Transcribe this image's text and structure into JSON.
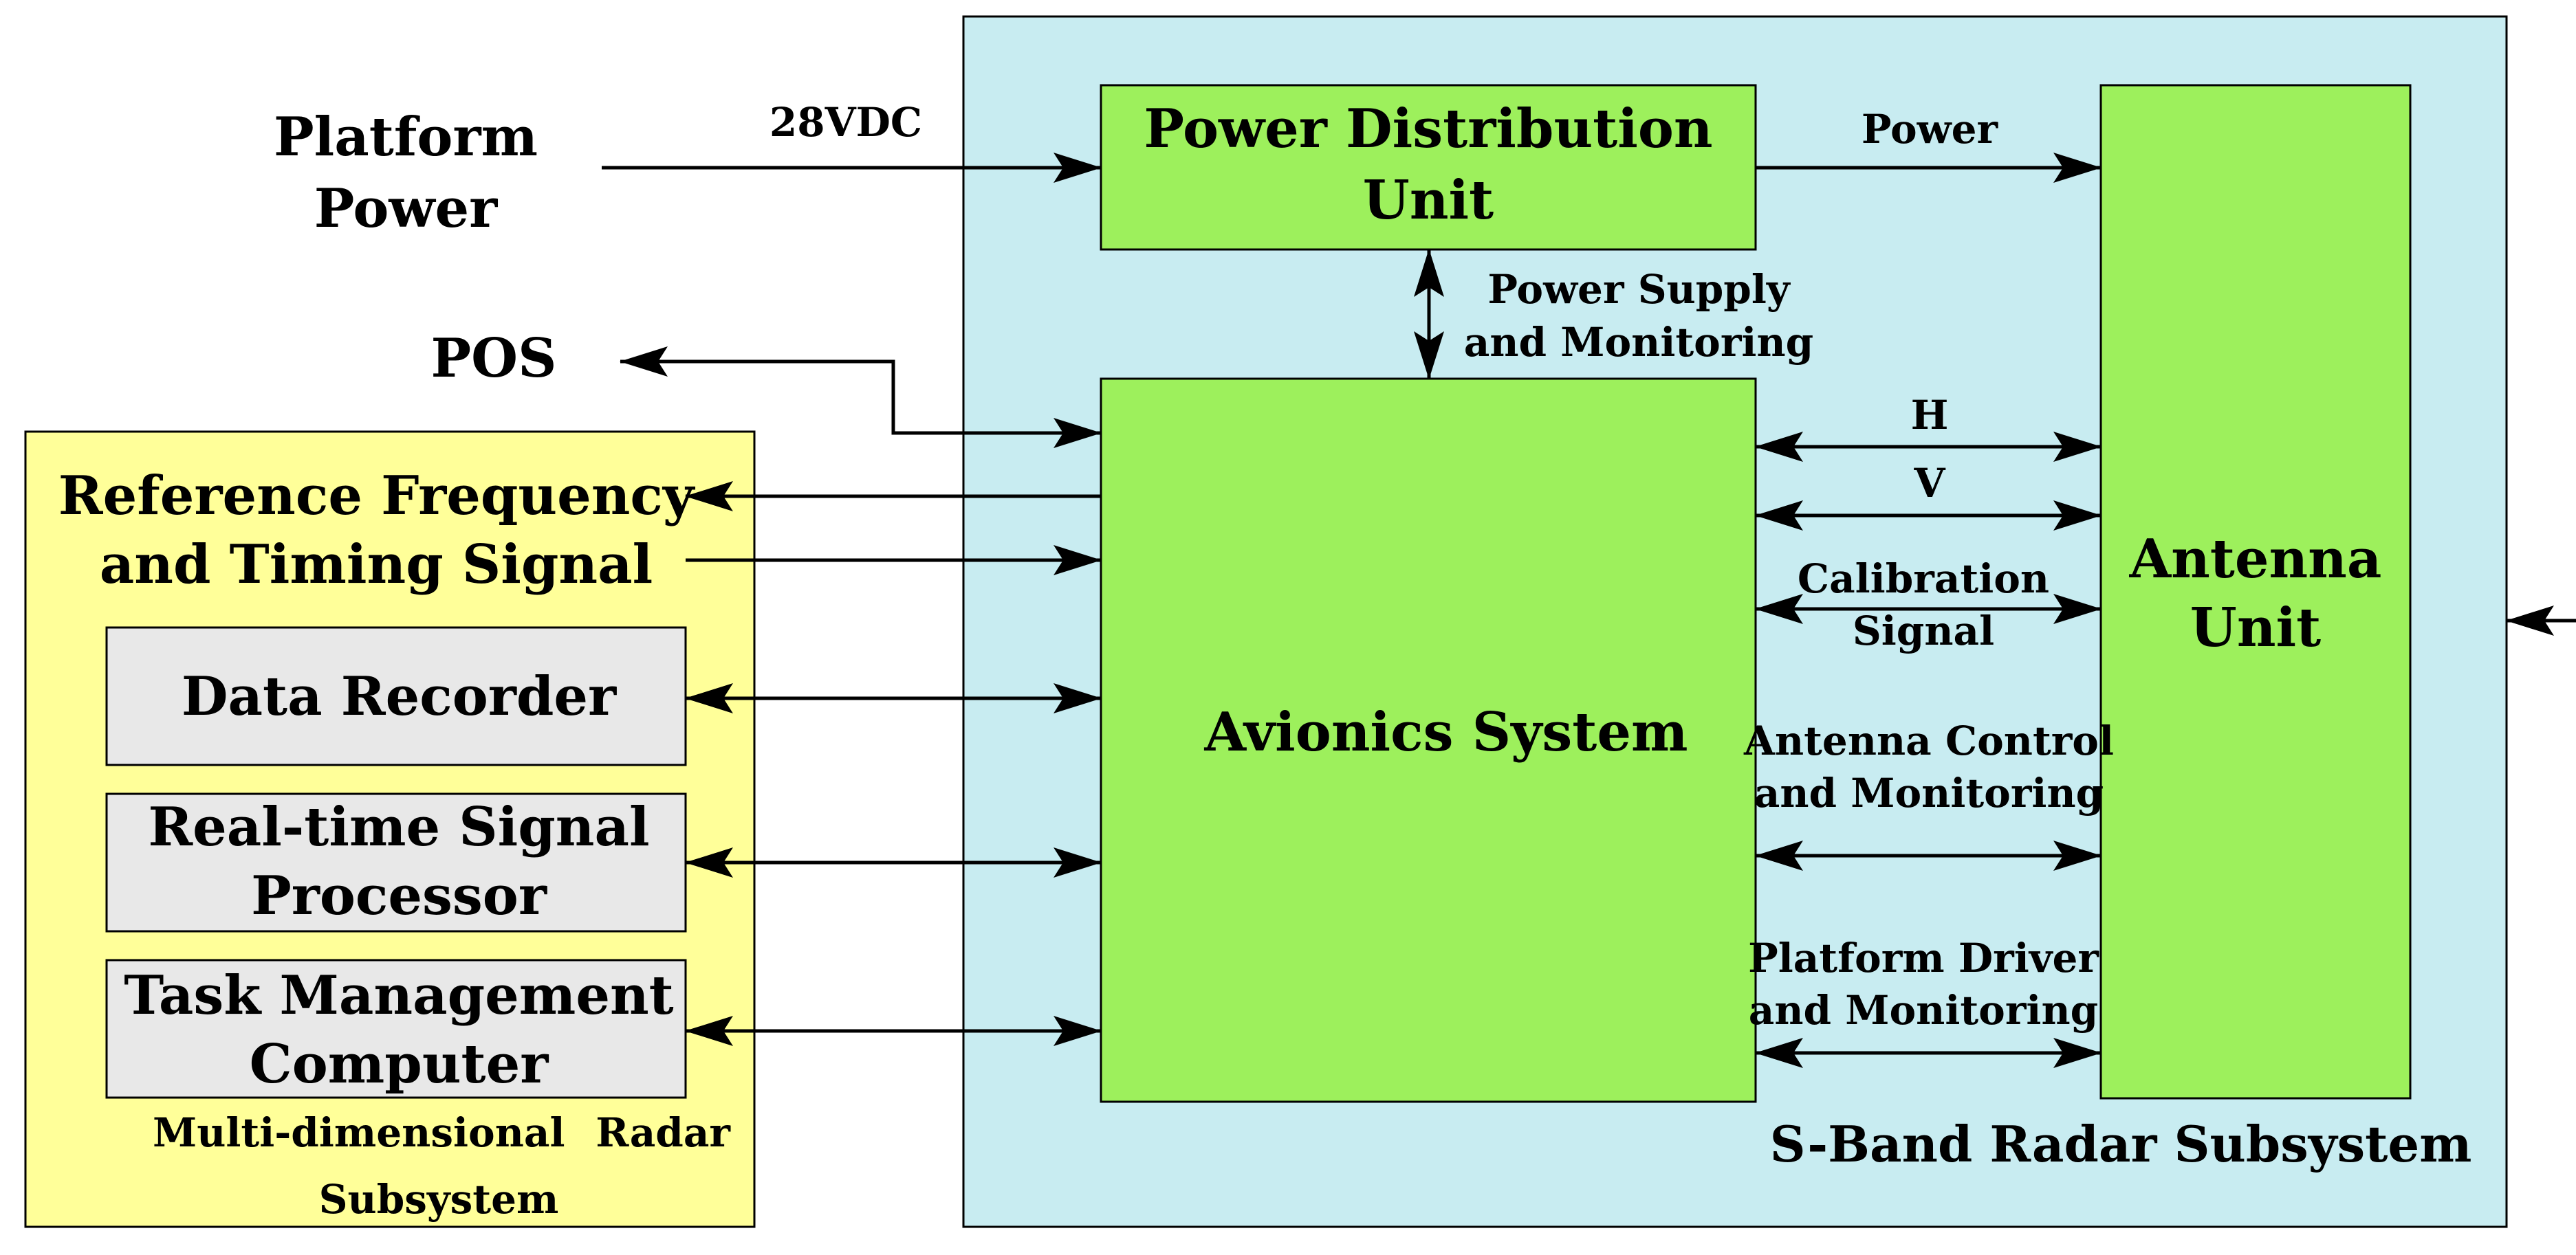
{
  "colors": {
    "s_band_background": "#c8ecf1",
    "multi_background": "#ffff99",
    "module_green": "#9df05c",
    "module_grey": "#e8e8e8"
  },
  "external": {
    "platform_power_line1": "Platform",
    "platform_power_line2": "Power",
    "pos": "POS"
  },
  "multi_subsystem": {
    "ref_freq_line1": "Reference Frequency",
    "ref_freq_line2": "and Timing Signal",
    "data_recorder": "Data Recorder",
    "rtsp_line1": "Real-time Signal",
    "rtsp_line2": "Processor",
    "tmc_line1": "Task Management",
    "tmc_line2": "Computer",
    "name_line1a": "Multi-dimensional",
    "name_line1b": "Radar",
    "name_line2": "Subsystem"
  },
  "s_band_subsystem": {
    "name": "S-Band Radar Subsystem",
    "pdu_line1": "Power Distribution",
    "pdu_line2": "Unit",
    "avionics": "Avionics System",
    "antenna_line1": "Antenna",
    "antenna_line2": "Unit"
  },
  "signals": {
    "vdc": "28VDC",
    "power": "Power",
    "psm_line1": "Power Supply",
    "psm_line2": "and Monitoring",
    "h": "H",
    "v": "V",
    "cal_line1": "Calibration",
    "cal_line2": "Signal",
    "acm_line1": "Antenna Control",
    "acm_line2": "and Monitoring",
    "pdm_line1": "Platform Driver",
    "pdm_line2": "and Monitoring"
  }
}
